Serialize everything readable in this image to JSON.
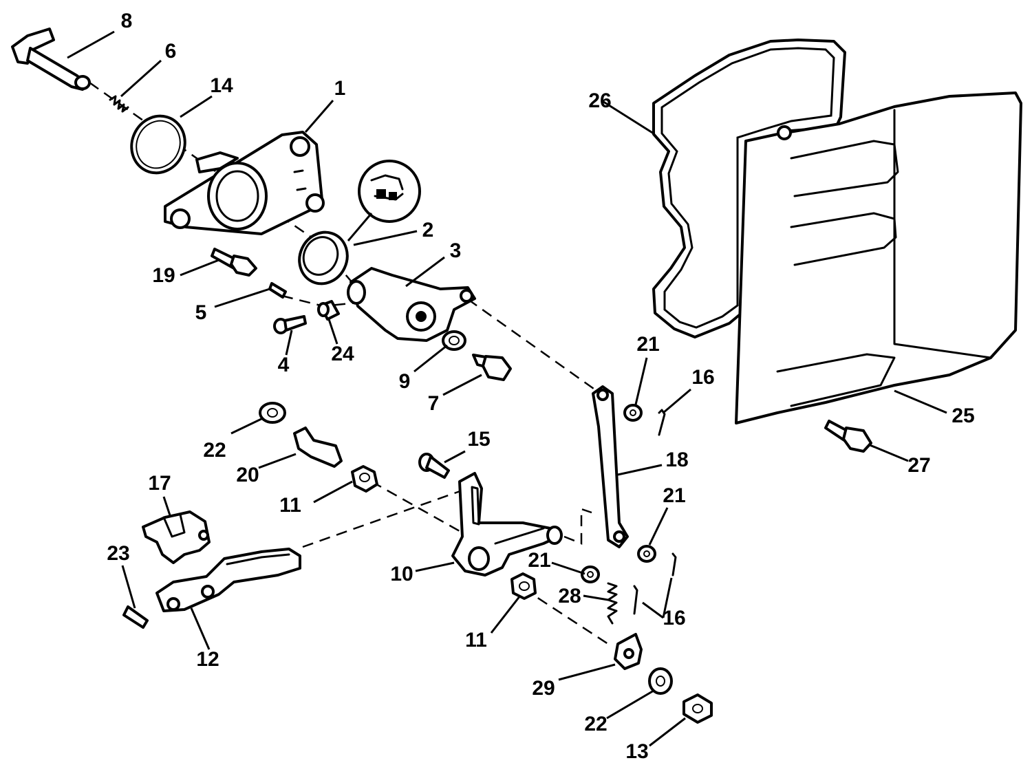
{
  "callouts": [
    {
      "id": "c1",
      "text": "1"
    },
    {
      "id": "c2",
      "text": "2"
    },
    {
      "id": "c3",
      "text": "3"
    },
    {
      "id": "c4",
      "text": "4"
    },
    {
      "id": "c5",
      "text": "5"
    },
    {
      "id": "c6",
      "text": "6"
    },
    {
      "id": "c7",
      "text": "7"
    },
    {
      "id": "c8",
      "text": "8"
    },
    {
      "id": "c9",
      "text": "9"
    },
    {
      "id": "c10",
      "text": "10"
    },
    {
      "id": "c11a",
      "text": "11"
    },
    {
      "id": "c11b",
      "text": "11"
    },
    {
      "id": "c12",
      "text": "12"
    },
    {
      "id": "c13",
      "text": "13"
    },
    {
      "id": "c14",
      "text": "14"
    },
    {
      "id": "c15",
      "text": "15"
    },
    {
      "id": "c16a",
      "text": "16"
    },
    {
      "id": "c16b",
      "text": "16"
    },
    {
      "id": "c17",
      "text": "17"
    },
    {
      "id": "c18",
      "text": "18"
    },
    {
      "id": "c19",
      "text": "19"
    },
    {
      "id": "c20",
      "text": "20"
    },
    {
      "id": "c21a",
      "text": "21"
    },
    {
      "id": "c21b",
      "text": "21"
    },
    {
      "id": "c21c",
      "text": "21"
    },
    {
      "id": "c22a",
      "text": "22"
    },
    {
      "id": "c22b",
      "text": "22"
    },
    {
      "id": "c23",
      "text": "23"
    },
    {
      "id": "c24",
      "text": "24"
    },
    {
      "id": "c25",
      "text": "25"
    },
    {
      "id": "c26",
      "text": "26"
    },
    {
      "id": "c27",
      "text": "27"
    },
    {
      "id": "c28",
      "text": "28"
    },
    {
      "id": "c29",
      "text": "29"
    }
  ]
}
